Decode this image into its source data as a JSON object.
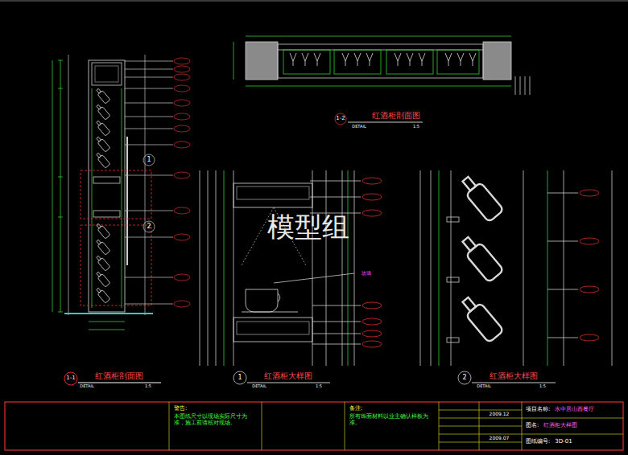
{
  "diagram": {
    "nodes": [
      {
        "text": [
          "项目名称:",
          "水中居山西餐厅"
        ]
      },
      {
        "text": [
          "图名:",
          "红酒柜大样图"
        ]
      },
      {
        "text": [
          "图纸编号:",
          "3D-01"
        ]
      },
      {
        "text": [
          "警告:",
          "本图纸尺寸以现场实际尺寸为准，施工前请核对现场。"
        ]
      },
      {
        "text": [
          "备注:",
          "所有饰面材料以业主确认样板为准。"
        ]
      }
    ],
    "labels": [
      "红酒柜剖面图",
      "1-2",
      "DETAIL",
      "1:5",
      "红酒柜剖面图",
      "1-1",
      "DETAIL",
      "1:5",
      "红酒柜大样图",
      "1",
      "DETAIL",
      "1:5",
      "红酒柜大样图",
      "2",
      "DETAIL",
      "1:5",
      "1",
      "2",
      "模型组",
      "2009.12",
      "2009.07",
      "玻璃"
    ]
  }
}
